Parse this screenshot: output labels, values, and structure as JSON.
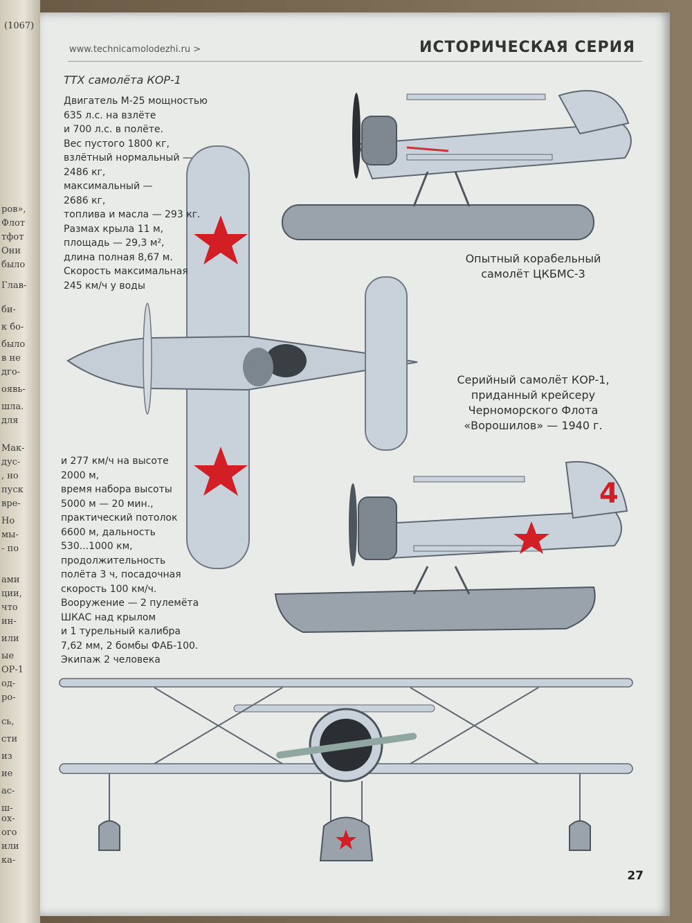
{
  "left_page": {
    "page_number": "(1067)",
    "fragments": [
      "ров»,",
      "Флот",
      "тфот",
      "Они",
      "было",
      "Глав-",
      "би-",
      "к бо-",
      "было",
      "в не",
      "дго-",
      "оявь-",
      "шла.",
      "для",
      "Мак-",
      "дус-",
      ", но",
      "пуск",
      "вре-",
      "Но",
      "мы-",
      "- по",
      "ами",
      "ции,",
      "что",
      "ин-",
      "или",
      "ые",
      "ОР-1",
      "од-",
      "ро-",
      "сь,",
      "сти",
      "из",
      "ие",
      "ас-",
      "ш-",
      "ох-",
      "ого",
      "или",
      "ка-"
    ]
  },
  "header": {
    "site": "www.technicamolodezhi.ru >",
    "section": "ИСТОРИЧЕСКАЯ СЕРИЯ"
  },
  "specs": {
    "title": "ТТХ самолёта КОР-1",
    "block1": "Двигатель М-25 мощностью\n635 л.с. на взлёте\nи 700 л.с. в полёте.\nВес пустого 1800 кг,\nвзлётный нормальный —\n2486 кг,\nмаксимальный —\n2686 кг,\nтоплива и масла — 293 кг.\nРазмах крыла 11 м,\nплощадь — 29,3 м²,\nдлина полная 8,67 м.\nСкорость максимальная\n245 км/ч у воды",
    "block2": "и 277 км/ч на высоте\n2000 м,\nвремя набора высоты\n5000 м — 20 мин.,\nпрактический потолок\n6600 м, дальность\n530...1000 км,\nпродолжительность\nполёта 3 ч, посадочная\nскорость 100 км/ч.\nВооружение — 2 пулемёта\nШКАС над крылом\nи 1 турельный калибра\n7,62 мм, 2 бомбы ФАБ-100.\nЭкипаж 2 человека"
  },
  "captions": {
    "prototype": "Опытный корабельный\nсамолёт ЦКБМС-3",
    "serial": "Серийный самолёт КОР-1,\nприданный крейсеру\nЧерноморского Флота\n«Ворошилов» — 1940 г."
  },
  "aircraft": {
    "side_number": "4"
  },
  "colors": {
    "paper": "#e9ebe9",
    "aircraft_grey": "#c9d2da",
    "star_red": "#d21f26",
    "float_dark": "#6f7880"
  },
  "page_number": "27"
}
